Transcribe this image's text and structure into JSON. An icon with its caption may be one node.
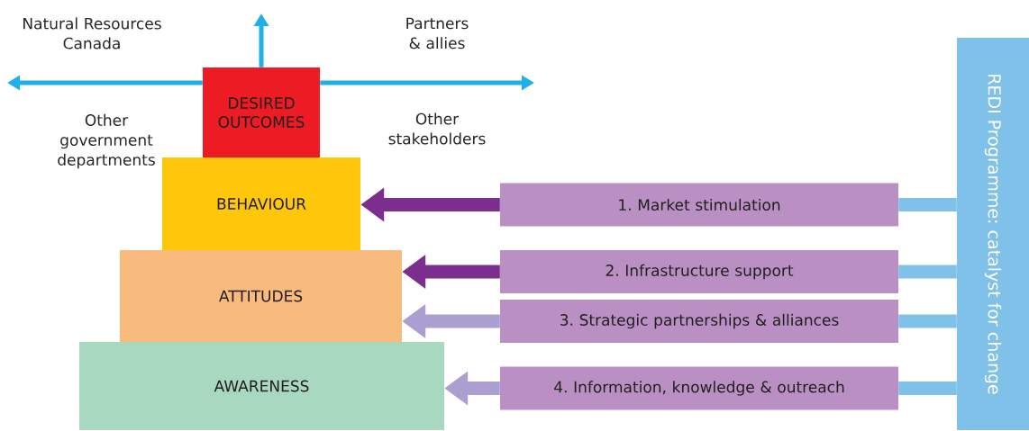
{
  "diagram": {
    "nodes": [
      {
        "text": [
          "DESIRED OUTCOMES"
        ]
      },
      {
        "text": [
          "BEHAVIOUR"
        ]
      },
      {
        "text": [
          "ATTITUDES"
        ]
      },
      {
        "text": [
          "AWARENESS"
        ]
      },
      {
        "text": [
          "1. Market stimulation"
        ]
      },
      {
        "text": [
          "2. Infrastructure support"
        ]
      },
      {
        "text": [
          "3. Strategic partnerships & alliances"
        ]
      },
      {
        "text": [
          "4. Information, knowledge & outreach"
        ]
      },
      {
        "text": [
          "REDI Programme: catalyst for change"
        ]
      }
    ],
    "edges": [
      {
        "from": 4,
        "to": 1,
        "arrow": "to",
        "color": "#7b2e8e"
      },
      {
        "from": 5,
        "to": 2,
        "arrow": "to",
        "color": "#7b2e8e"
      },
      {
        "from": 6,
        "to": 2,
        "arrow": "to",
        "color": "#ab9fd2"
      },
      {
        "from": 7,
        "to": 3,
        "arrow": "to",
        "color": "#ab9fd2"
      },
      {
        "from": 8,
        "to": 4,
        "arrow": "none"
      },
      {
        "from": 8,
        "to": 5,
        "arrow": "none"
      },
      {
        "from": 8,
        "to": 6,
        "arrow": "none"
      },
      {
        "from": 8,
        "to": 7,
        "arrow": "none"
      },
      {
        "from": 0,
        "to": null,
        "arrow": "to",
        "color": "#1fb0ea"
      },
      {
        "from": 0,
        "to": null,
        "arrow": "to",
        "color": "#1fb0ea"
      },
      {
        "from": 0,
        "to": null,
        "arrow": "to",
        "color": "#1fb0ea"
      }
    ],
    "labels": [
      "Natural Resources Canada",
      "Partners & allies",
      "Other government departments",
      "Other stakeholders"
    ]
  }
}
